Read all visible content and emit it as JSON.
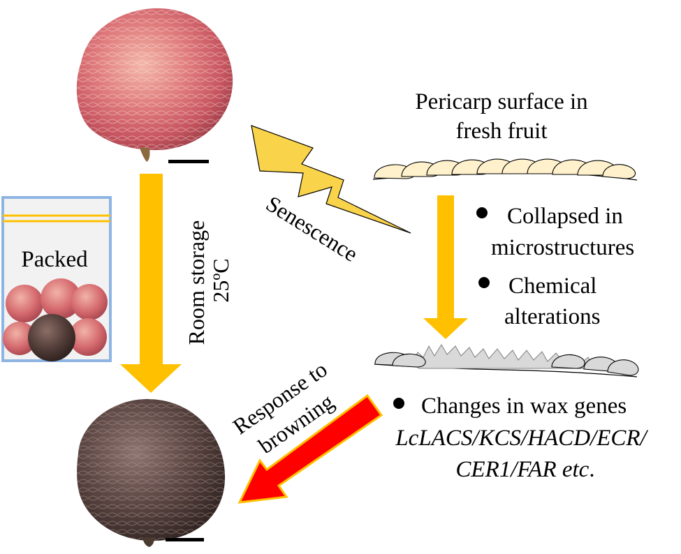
{
  "labels": {
    "room_storage": "Room storage",
    "temperature": "25ºC",
    "senescence": "Senescence",
    "packed": "Packed",
    "response_line1": "Response to",
    "response_line2": "browning",
    "pericarp_line1": "Pericarp surface in",
    "pericarp_line2": "fresh fruit"
  },
  "changes": {
    "collapsed_line1": "Collapsed in",
    "collapsed_line2": "microstructures",
    "chemical_line1": "Chemical",
    "chemical_line2": "alterations"
  },
  "genes": {
    "heading": "Changes in wax genes",
    "line1": "LcLACS/KCS/HACD/ECR/",
    "line2_italic": "CER1/FAR etc",
    "line2_end": "."
  },
  "colors": {
    "arrow_yellow": "#FFC000",
    "arrow_red": "#FF0000",
    "arrow_red_border": "#FFC000",
    "bolt_fill": "#F9D34A",
    "packed_text": "#E8191E",
    "bag_border": "#8EB4E3",
    "bag_strip": "#FFC000",
    "fresh_cell": "#FFF1CC",
    "brown_cell": "#D9D9D9",
    "fresh_fruit": "#D9606E",
    "browned_fruit": "#5B4744"
  },
  "icons": {
    "bullet": "black-circle"
  }
}
